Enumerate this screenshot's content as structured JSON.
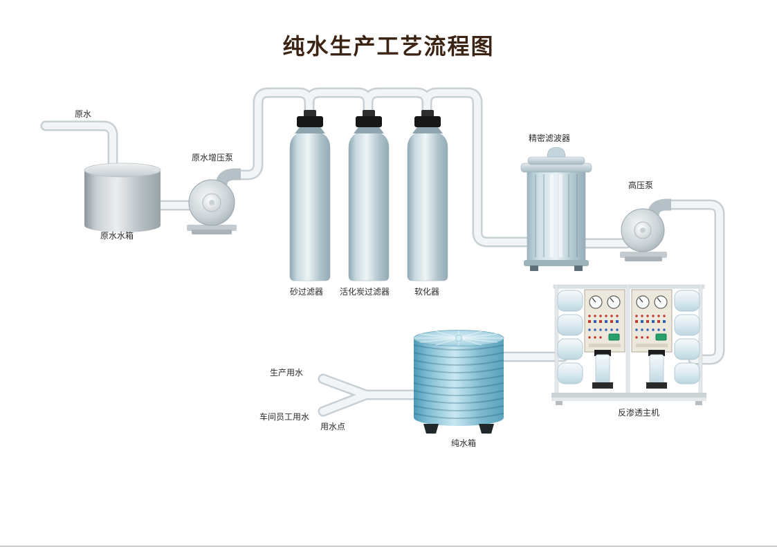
{
  "title": "纯水生产工艺流程图",
  "labels": {
    "raw_water": "原水",
    "raw_water_tank": "原水水箱",
    "booster_pump": "原水增压泵",
    "sand_filter": "砂过滤器",
    "carbon_filter": "活化炭过滤器",
    "softener": "软化器",
    "precision_filter": "精密滤波器",
    "high_pressure_pump": "高压泵",
    "ro_unit": "反渗透主机",
    "pure_water_tank": "纯水箱",
    "production_water": "生产用水",
    "staff_water": "车间员工用水",
    "water_point": "用水点"
  },
  "connections": [
    {
      "from": "原水",
      "to": "原水水箱"
    },
    {
      "from": "原水水箱",
      "to": "原水增压泵"
    },
    {
      "from": "原水增压泵",
      "to": "砂过滤器"
    },
    {
      "from": "砂过滤器",
      "to": "活化炭过滤器"
    },
    {
      "from": "活化炭过滤器",
      "to": "软化器"
    },
    {
      "from": "软化器",
      "to": "精密滤波器"
    },
    {
      "from": "精密滤波器",
      "to": "高压泵"
    },
    {
      "from": "高压泵",
      "to": "反渗透主机"
    },
    {
      "from": "反渗透主机",
      "to": "纯水箱"
    },
    {
      "from": "纯水箱",
      "to": "用水点"
    },
    {
      "from": "用水点",
      "to": "生产用水"
    },
    {
      "from": "用水点",
      "to": "车间员工用水"
    }
  ],
  "colors": {
    "title": "#3c2414",
    "label": "#2b2b2b",
    "pipe_outline": "#c7d0d4",
    "pipe_body": "#f2f5f6",
    "filter_cap": "#171717",
    "pure_tank_blue": "#7cb8d0",
    "panel_beige": "#ece8dc",
    "button_green": "#27a06e"
  }
}
